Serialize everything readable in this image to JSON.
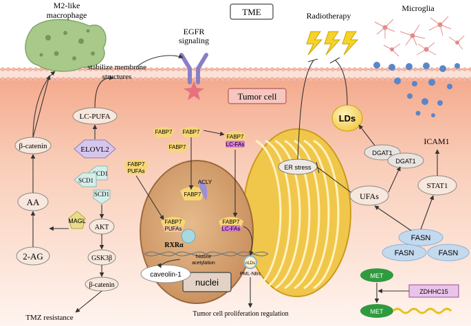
{
  "labels": {
    "tme": "TME",
    "m2_macrophage_line1": "M2-like",
    "m2_macrophage_line2": "macrophage",
    "egfr_line1": "EGFR",
    "egfr_line2": "signaling",
    "radiotherapy": "Radiotherapy",
    "microglia": "Microglia",
    "stabilize_membrane_line1": "stabilize membrane",
    "stabilize_membrane_line2": "structures",
    "tumor_cell": "Tumor cell",
    "lds": "LDs",
    "lc_pufa": "LC-PUFA",
    "beta_catenin_top": "β-catenin",
    "elovl2": "ELOVL2",
    "scd1": "SCD1",
    "aa": "AA",
    "magl": "MAGL",
    "two_ag": "2-AG",
    "akt": "AKT",
    "gsk3b": "GSK3β",
    "beta_catenin_bottom": "β-catenin",
    "tmz_resistance": "TMZ resistance",
    "fabp7": "FABP7",
    "pufas": "PUFAs",
    "lc_fas": "LC-FAs",
    "acly": "ACLY",
    "rxra": "RXRα",
    "histone_line1": "histone",
    "histone_line2": "acetylation",
    "caveolin": "caveolin-1",
    "nuclei": "nuclei",
    "nlds": "nLDs",
    "pml_nbs": "PML-NBs",
    "proliferation": "Tumor cell proliferation regulation",
    "er_stress": "ER stress",
    "dgat1": "DGAT1",
    "icam1": "ICAM1",
    "stat1": "STAT1",
    "ufas": "UFAs",
    "fasn": "FASN",
    "met": "MET",
    "zdhhc15": "ZDHHC15"
  },
  "colors": {
    "membrane_line": "#e8a08a",
    "cytoplasm_top": "#f5b49a",
    "cytoplasm_bottom": "#fff2ec",
    "nucleus_fill": "#d9a878",
    "er_gold": "#e8b93a",
    "fabp7_yellow": "#f7d774",
    "lcfa_purple": "#d67ad6",
    "fasn_blue": "#c3d9ee",
    "met_green": "#2f9a3f",
    "zdhhc_pink": "#e9c4ea",
    "lds_yellow": "#f6d978",
    "microglia_dot": "#5a86c9"
  }
}
